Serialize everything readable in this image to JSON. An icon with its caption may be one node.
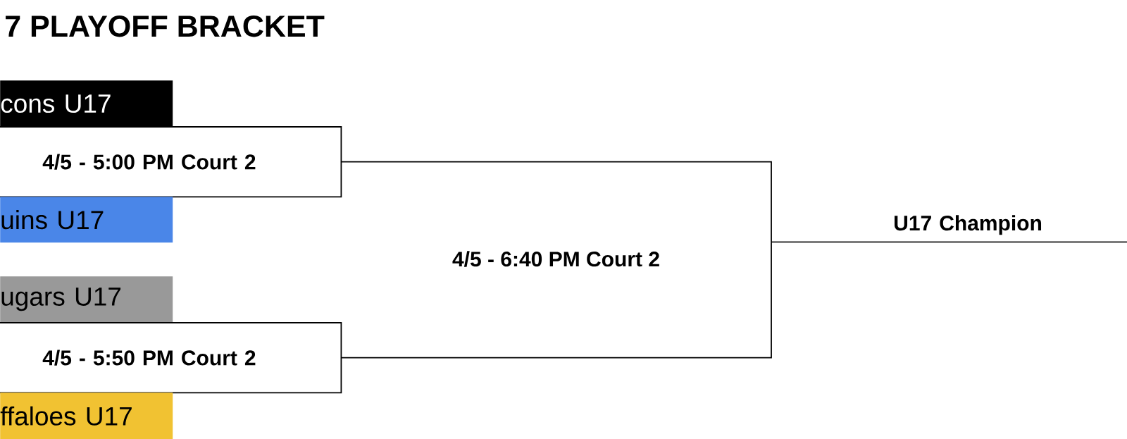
{
  "diagram": {
    "title": "7 PLAYOFF BRACKET",
    "nodes": [
      {
        "text": [
          "cons U17"
        ]
      },
      {
        "text": [
          "4/5 - 5:00 PM Court 2"
        ]
      },
      {
        "text": [
          "uins U17"
        ]
      },
      {
        "text": [
          "ugars U17"
        ]
      },
      {
        "text": [
          "4/5 - 5:50 PM Court 2"
        ]
      },
      {
        "text": [
          "ffaloes U17"
        ]
      },
      {
        "text": [
          "U17 Champion"
        ]
      }
    ],
    "edges": [
      {
        "from": 1,
        "to": 6,
        "arrow": "none"
      },
      {
        "from": 4,
        "to": 6,
        "arrow": "none"
      }
    ],
    "labels": [
      "4/5 - 6:40 PM Court 2"
    ]
  }
}
